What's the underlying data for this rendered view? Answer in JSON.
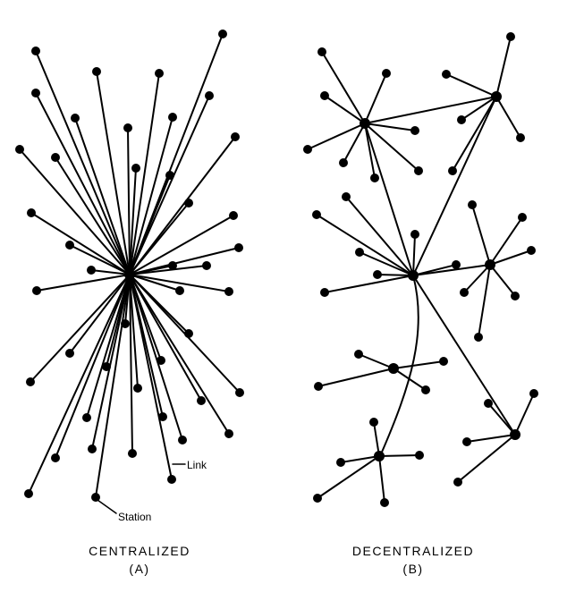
{
  "diagram": {
    "centralized": {
      "caption": "CENTRALIZED",
      "letter": "(A)",
      "link_label": "Link",
      "station_label": "Station"
    },
    "decentralized": {
      "caption": "DECENTRALIZED",
      "letter": "(B)"
    }
  }
}
